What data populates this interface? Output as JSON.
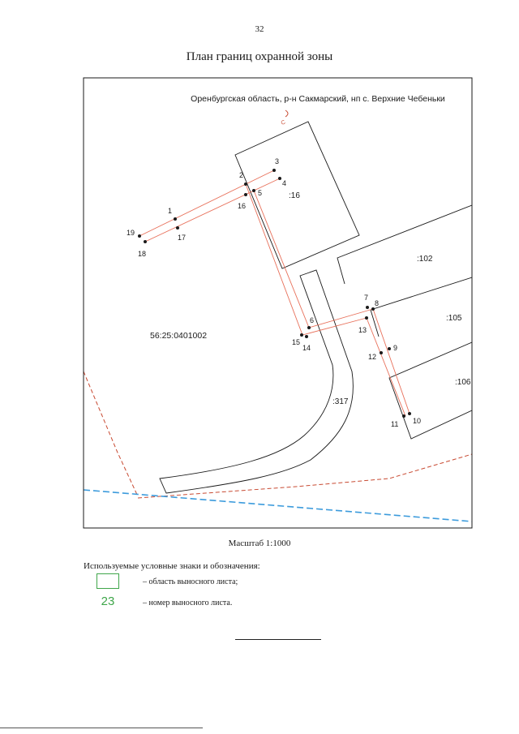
{
  "page_number": "32",
  "title": "План границ охранной зоны",
  "map": {
    "location": "Оренбургская область, р-н Сакмарский, нп с. Верхние Чебеньки",
    "north_marker": "С",
    "parcels": [
      {
        "label": ":16"
      },
      {
        "label": ":102"
      },
      {
        "label": ":105"
      },
      {
        "label": ":106"
      },
      {
        "label": ":317"
      },
      {
        "label": "56:25:0401002"
      }
    ],
    "points": [
      "1",
      "2",
      "3",
      "4",
      "5",
      "6",
      "7",
      "8",
      "9",
      "10",
      "11",
      "12",
      "13",
      "14",
      "15",
      "16",
      "17",
      "18",
      "19"
    ],
    "colors": {
      "boundary": "#e8705a",
      "dashed_red": "#c84a32",
      "dashed_blue": "#3c9bdc",
      "outline": "#1a1a1a"
    }
  },
  "scale": "Масштаб 1:1000",
  "legend": {
    "header": "Используемые условные знаки и обозначения:",
    "items": [
      {
        "text": "– область выносного листа;",
        "color": "#3fa64a"
      },
      {
        "sample": "23",
        "text": "– номер выносного листа.",
        "color": "#3fa64a"
      }
    ]
  }
}
